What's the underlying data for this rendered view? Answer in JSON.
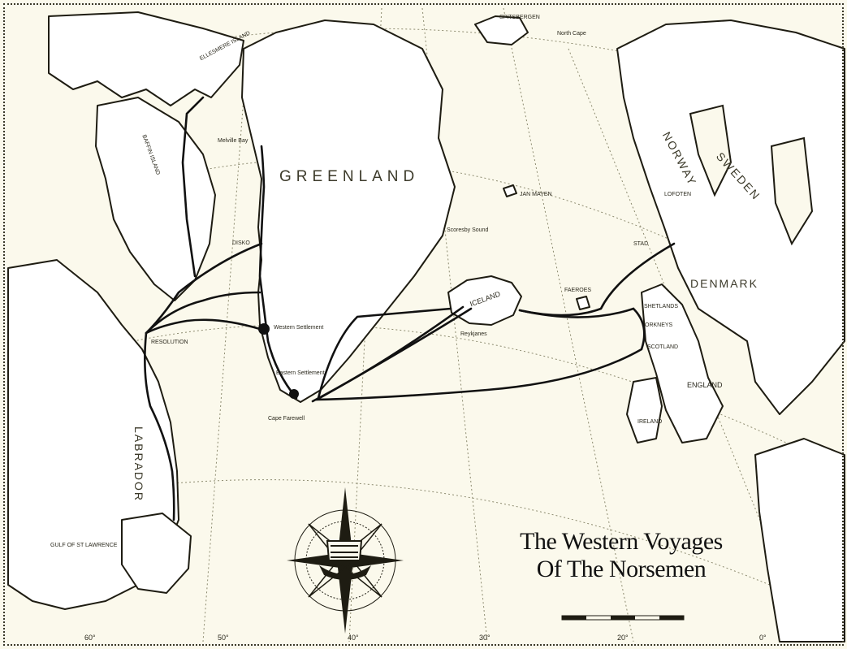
{
  "title": {
    "line1": "The Western Voyages",
    "line2": "Of The Norsemen"
  },
  "regions": {
    "greenland": "GREENLAND",
    "norway": "NORWAY",
    "sweden": "SWEDEN",
    "denmark": "DENMARK",
    "labrador": "LABRADOR",
    "iceland": "ICELAND",
    "england": "ENGLAND",
    "scotland": "SCOTLAND",
    "ireland": "IRELAND",
    "baffin_island": "BAFFIN ISLAND",
    "ellesmere_island": "ELLESMERE ISLAND",
    "gulf_of_st_lawrence": "GULF OF ST LAWRENCE"
  },
  "places": {
    "spitsbergen": "SPITSBERGEN",
    "north_cape": "North Cape",
    "jan_mayen": "JAN MAYEN",
    "scoresby_sound": "Scoresby Sound",
    "faeroes": "FAEROES",
    "shetlands": "SHETLANDS",
    "orkneys": "ORKNEYS",
    "melville_bay": "Melville Bay",
    "disko": "DISKO",
    "western_settlement": "Western Settlement",
    "eastern_settlement": "Eastern Settlement",
    "cape_farewell": "Cape Farewell",
    "resolution": "RESOLUTION",
    "reykjanes": "Reykjanes",
    "lofoten": "LOFOTEN",
    "stad": "STAD"
  },
  "longitudes": [
    "60°",
    "50°",
    "40°",
    "30°",
    "20°",
    "0°"
  ],
  "colors": {
    "paper": "#fbf9ec",
    "ink": "#1e1c12",
    "land_fill": "#ffffff",
    "grid": "#8d8b70"
  },
  "icons": {
    "compass": "compass-rose-icon",
    "ship": "viking-longship-icon",
    "scale": "scale-bar"
  }
}
